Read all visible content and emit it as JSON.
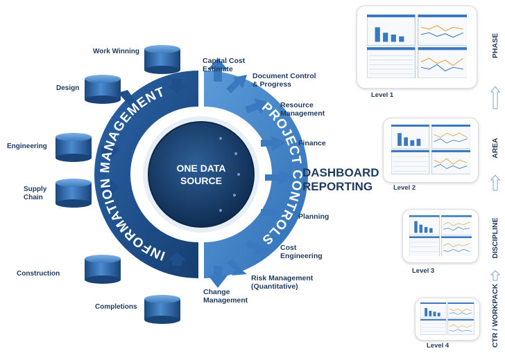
{
  "center": {
    "line1": "ONE DATA",
    "line2": "SOURCE"
  },
  "rings": {
    "left": "INFORMATION MANAGEMENT",
    "right": "PROJECT CONTROLS"
  },
  "sources": [
    {
      "label": "Work Winning"
    },
    {
      "label": "Design"
    },
    {
      "label": "Engineering"
    },
    {
      "label": "Supply Chain"
    },
    {
      "label": "Construction"
    },
    {
      "label": "Completions"
    }
  ],
  "outputs": [
    {
      "line1": "Capital Cost",
      "line2": "Estimate"
    },
    {
      "line1": "Document Control",
      "line2": "& Progress"
    },
    {
      "line1": "Resource",
      "line2": "Management"
    },
    {
      "line1": "Finance",
      "line2": ""
    },
    {
      "line1": "Planning",
      "line2": ""
    },
    {
      "line1": "Cost",
      "line2": "Engineering"
    },
    {
      "line1": "Risk Management",
      "line2": "(Quantitative)"
    },
    {
      "line1": "Change",
      "line2": "Management"
    }
  ],
  "dashboard": {
    "line1": "DASHBOARD",
    "line2": "REPORTING"
  },
  "levels": [
    {
      "label": "Level 1",
      "axis": "PHASE"
    },
    {
      "label": "Level 2",
      "axis": "AREA"
    },
    {
      "label": "Level 3",
      "axis": "DISCIPLINE"
    },
    {
      "label": "Level 4",
      "axis": "CTR / WORKPACK"
    }
  ],
  "colors": {
    "ring_dark": "#1f4f8a",
    "ring_light": "#3f7fc4",
    "arrow": "#3a78bf",
    "text": "#1f3a5f"
  }
}
